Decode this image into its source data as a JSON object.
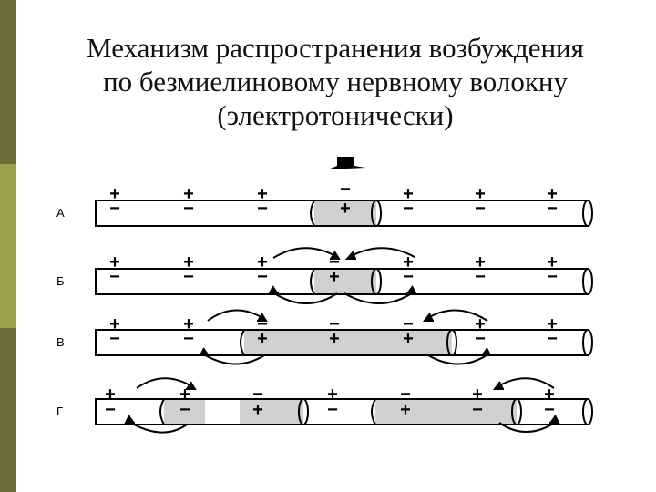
{
  "title": {
    "line1": "Механизм распространения возбуждения",
    "line2": "по безмиелиновому нервному волокну",
    "line3": "(электротонически)"
  },
  "rows": [
    {
      "label": "А",
      "top": [
        "+",
        "+",
        "+",
        "−",
        "+",
        "+",
        "+"
      ],
      "bottom": [
        "−",
        "−",
        "−",
        "+",
        "−",
        "−",
        "−"
      ]
    },
    {
      "label": "Б",
      "top": [
        "+",
        "+",
        "+",
        "−",
        "+",
        "+",
        "+"
      ],
      "bottom": [
        "−",
        "−",
        "−",
        "+",
        "−",
        "−",
        "−"
      ]
    },
    {
      "label": "В",
      "top": [
        "+",
        "+",
        "−",
        "−",
        "−",
        "+",
        "+"
      ],
      "bottom": [
        "−",
        "−",
        "+",
        "+",
        "+",
        "−",
        "−"
      ]
    },
    {
      "label": "Г",
      "top": [
        "+",
        "+",
        "−",
        "+",
        "−",
        "+",
        "+"
      ],
      "bottom": [
        "−",
        "−",
        "+",
        "−",
        "+",
        "−",
        "−"
      ]
    }
  ],
  "colors": {
    "fiber": "#ffffff",
    "excited": "#d0d0d0",
    "stroke": "#000000",
    "sidebar": "#6f6d37",
    "sidebar_accent": "#9ea04d"
  },
  "icons": {
    "stimulus": "stimulus-electrode-icon"
  }
}
